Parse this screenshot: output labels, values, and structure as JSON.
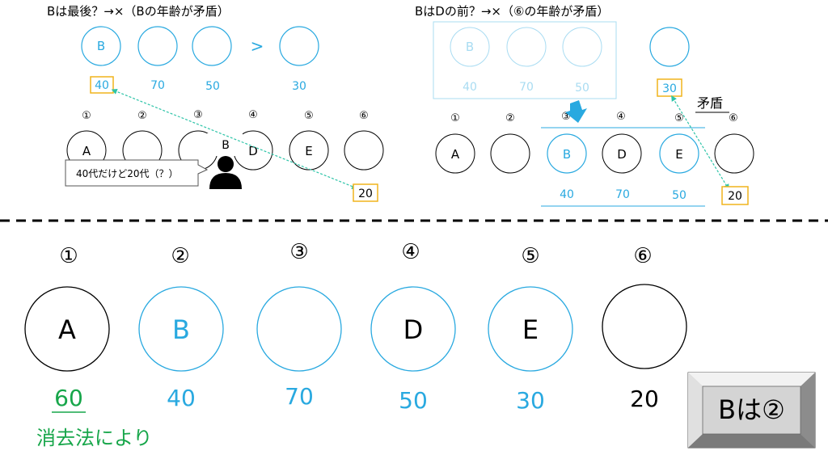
{
  "colors": {
    "blue": "#29a9e0",
    "light_blue": "#a9dcf2",
    "green": "#17a64a",
    "teal": "#2ec4a8",
    "orange": "#f0b41c",
    "black": "#000000",
    "gray_button": "#d4d4d4"
  },
  "left_panel": {
    "title": "Bは最後？→×（Bの年齢が矛盾）",
    "top_circle_label": "B",
    "gt_symbol": ">",
    "ages": [
      "40",
      "70",
      "50",
      "30"
    ],
    "positions": [
      "①",
      "②",
      "③",
      "④",
      "⑤",
      "⑥"
    ],
    "row_letters": [
      "A",
      "",
      "",
      "D",
      "E",
      ""
    ],
    "person_label": "B",
    "speech_bubble": "40代だけど20代（？）",
    "box_20": "20"
  },
  "right_panel": {
    "title": "BはDの前？→×（⑥の年齢が矛盾）",
    "faded_circle_label": "B",
    "faded_ages": [
      "40",
      "70",
      "50"
    ],
    "box_30": "30",
    "contradiction_label": "矛盾",
    "positions": [
      "①",
      "②",
      "③",
      "④",
      "⑤",
      "⑥"
    ],
    "row_letters": [
      "A",
      "",
      "B",
      "D",
      "E",
      ""
    ],
    "row_ages": [
      "40",
      "70",
      "50"
    ],
    "box_20": "20"
  },
  "bottom": {
    "positions": [
      "①",
      "②",
      "③",
      "④",
      "⑤",
      "⑥"
    ],
    "letters": [
      "A",
      "B",
      "",
      "D",
      "E",
      ""
    ],
    "ages": [
      "60",
      "40",
      "70",
      "50",
      "30",
      "20"
    ],
    "elimination_note": "消去法により",
    "answer_button": "Bは②"
  }
}
